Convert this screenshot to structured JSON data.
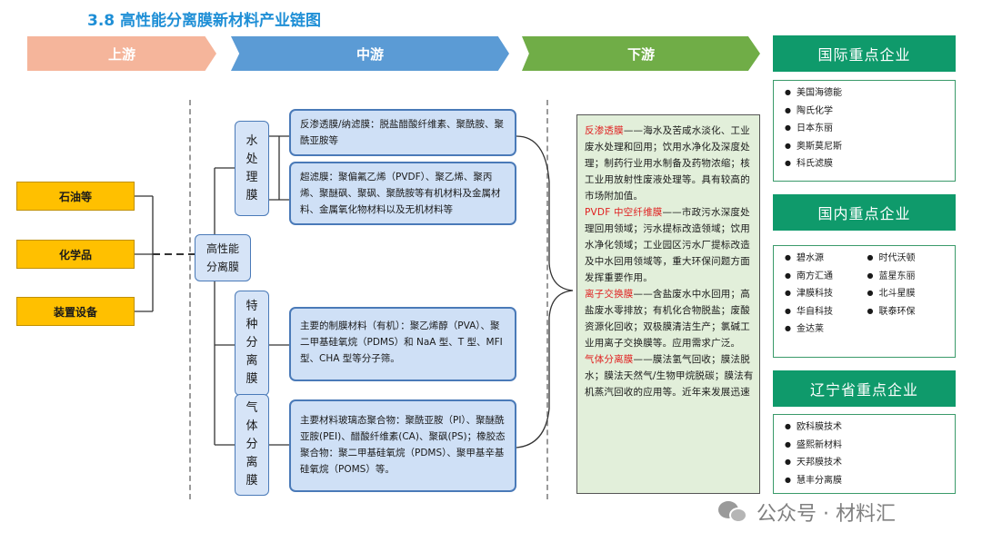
{
  "title": "3.8  高性能分离膜新材料产业链图",
  "bands": {
    "upstream": "上游",
    "midstream": "中游",
    "downstream": "下游"
  },
  "upstream_items": [
    "石油等",
    "化学品",
    "装置设备"
  ],
  "hub": {
    "line1": "高性能",
    "line2": "分离膜"
  },
  "categories": [
    {
      "chars": [
        "水",
        "处",
        "理",
        "膜"
      ]
    },
    {
      "chars": [
        "特",
        "种",
        "分",
        "离",
        "膜"
      ]
    },
    {
      "chars": [
        "气",
        "体",
        "分",
        "离",
        "膜"
      ]
    }
  ],
  "mid_boxes": [
    "反渗透膜/纳滤膜：脱盐醋酸纤维素、聚酰胺、聚酰亚胺等",
    "超滤膜：聚偏氟乙烯（PVDF）、聚乙烯、聚丙烯、聚醚砜、聚砜、聚酰胺等有机材料及金属材料、金属氧化物材料以及无机材料等",
    "主要的制膜材料（有机）：聚乙烯醇（PVA）、聚二甲基硅氧烷（PDMS）和 NaA 型、T 型、MFI 型、CHA 型等分子筛。",
    "主要材料玻璃态聚合物：聚酰亚胺（PI）、聚醚酰亚胺(PEI)、醋酸纤维素(CA)、聚砜(PS)；橡胶态聚合物：聚二甲基硅氧烷（PDMS）、聚甲基辛基硅氧烷（POMS）等。"
  ],
  "downstream": [
    {
      "head": "反渗透膜",
      "sep": "——",
      "body": "海水及苦咸水淡化、工业废水处理和回用；饮用水净化及深度处理；制药行业用水制备及药物浓缩；核工业用放射性废液处理等。具有较高的市场附加值。"
    },
    {
      "head": "PVDF 中空纤维膜",
      "sep": "——",
      "body": "市政污水深度处理回用领域；污水提标改造领域；饮用水净化领域；工业园区污水厂提标改造及中水回用领域等，重大环保问题方面发挥重要作用。"
    },
    {
      "head": "离子交换膜",
      "sep": "——",
      "body": "含盐废水中水回用；高盐废水零排放；有机化合物脱盐；废酸资源化回收；双极膜清洁生产；氯碱工业用离子交换膜等。应用需求广泛。"
    },
    {
      "head": "气体分离膜",
      "sep": "——",
      "body": "膜法氢气回收；膜法脱水；膜法天然气/生物甲烷脱碳；膜法有机蒸汽回收的应用等。近年来发展迅速"
    }
  ],
  "international": {
    "title": "国际重点企业",
    "items": [
      "美国海德能",
      "陶氏化学",
      "日本东丽",
      "奥斯莫尼斯",
      "科氏滤膜"
    ]
  },
  "domestic": {
    "title": "国内重点企业",
    "col1": [
      "碧水源",
      "南方汇通",
      "津膜科技",
      "华自科技",
      "金达莱"
    ],
    "col2": [
      "时代沃顿",
      "蓝星东丽",
      "北斗星膜",
      "联泰环保"
    ]
  },
  "liaoning": {
    "title": "辽宁省重点企业",
    "items": [
      "欧科膜技术",
      "盛熙新材料",
      "天邦膜技术",
      "慧丰分离膜"
    ]
  },
  "watermark": "公众号 · 材料汇"
}
